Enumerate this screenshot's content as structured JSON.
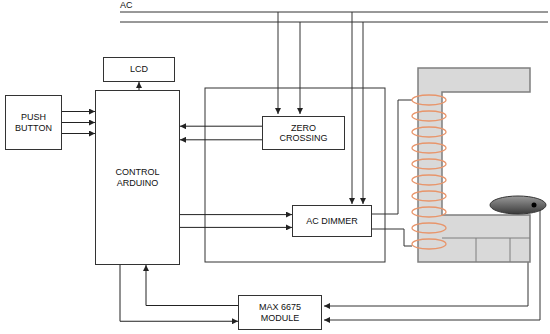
{
  "diagram": {
    "nodes": [
      {
        "text": [
          "PUSH BUTTON"
        ]
      },
      {
        "text": [
          "LCD"
        ]
      },
      {
        "text": [
          "CONTROL ARDUINO"
        ]
      },
      {
        "text": [
          "ZERO CROSSING"
        ]
      },
      {
        "text": [
          "AC DIMMER"
        ]
      },
      {
        "text": [
          "MAX 6675 MODULE"
        ]
      }
    ],
    "edges": [
      {
        "from": 0,
        "to": 2,
        "arrow": "to"
      },
      {
        "from": 0,
        "to": 2,
        "arrow": "to"
      },
      {
        "from": 0,
        "to": 2,
        "arrow": "to"
      },
      {
        "from": 2,
        "to": 1,
        "arrow": "to"
      },
      {
        "from": 3,
        "to": 2,
        "arrow": "to"
      },
      {
        "from": 3,
        "to": 2,
        "arrow": "to"
      },
      {
        "from": 2,
        "to": 4,
        "arrow": "to"
      },
      {
        "from": 2,
        "to": 4,
        "arrow": "to"
      },
      {
        "from": 2,
        "to": 5,
        "arrow": "to"
      },
      {
        "from": 5,
        "to": 2,
        "arrow": "to"
      }
    ],
    "labels": [
      "AC"
    ]
  }
}
